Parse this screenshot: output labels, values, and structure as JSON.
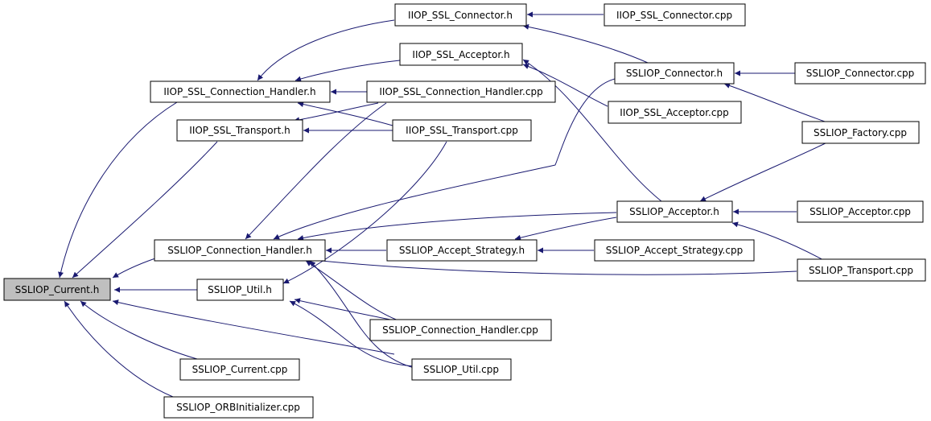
{
  "colors": {
    "edge": "#191970",
    "root_fill": "#bfbfbf",
    "node_fill": "#ffffff",
    "border": "#000000"
  },
  "nodes": {
    "ssliop_current_h": "SSLIOP_Current.h",
    "iiop_ssl_connection_handler_h": "IIOP_SSL_Connection_Handler.h",
    "iiop_ssl_transport_h": "IIOP_SSL_Transport.h",
    "ssliop_connection_handler_h": "SSLIOP_Connection_Handler.h",
    "ssliop_util_h": "SSLIOP_Util.h",
    "ssliop_current_cpp": "SSLIOP_Current.cpp",
    "ssliop_orbinitializer_cpp": "SSLIOP_ORBInitializer.cpp",
    "iiop_ssl_connector_h": "IIOP_SSL_Connector.h",
    "iiop_ssl_acceptor_h": "IIOP_SSL_Acceptor.h",
    "iiop_ssl_connection_handler_cpp": "IIOP_SSL_Connection_Handler.cpp",
    "iiop_ssl_transport_cpp": "IIOP_SSL_Transport.cpp",
    "ssliop_accept_strategy_h": "SSLIOP_Accept_Strategy.h",
    "ssliop_connection_handler_cpp": "SSLIOP_Connection_Handler.cpp",
    "ssliop_util_cpp": "SSLIOP_Util.cpp",
    "iiop_ssl_connector_cpp": "IIOP_SSL_Connector.cpp",
    "ssliop_connector_h": "SSLIOP_Connector.h",
    "iiop_ssl_acceptor_cpp": "IIOP_SSL_Acceptor.cpp",
    "ssliop_acceptor_h": "SSLIOP_Acceptor.h",
    "ssliop_accept_strategy_cpp": "SSLIOP_Accept_Strategy.cpp",
    "ssliop_connector_cpp": "SSLIOP_Connector.cpp",
    "ssliop_factory_cpp": "SSLIOP_Factory.cpp",
    "ssliop_acceptor_cpp": "SSLIOP_Acceptor.cpp",
    "ssliop_transport_cpp": "SSLIOP_Transport.cpp"
  }
}
